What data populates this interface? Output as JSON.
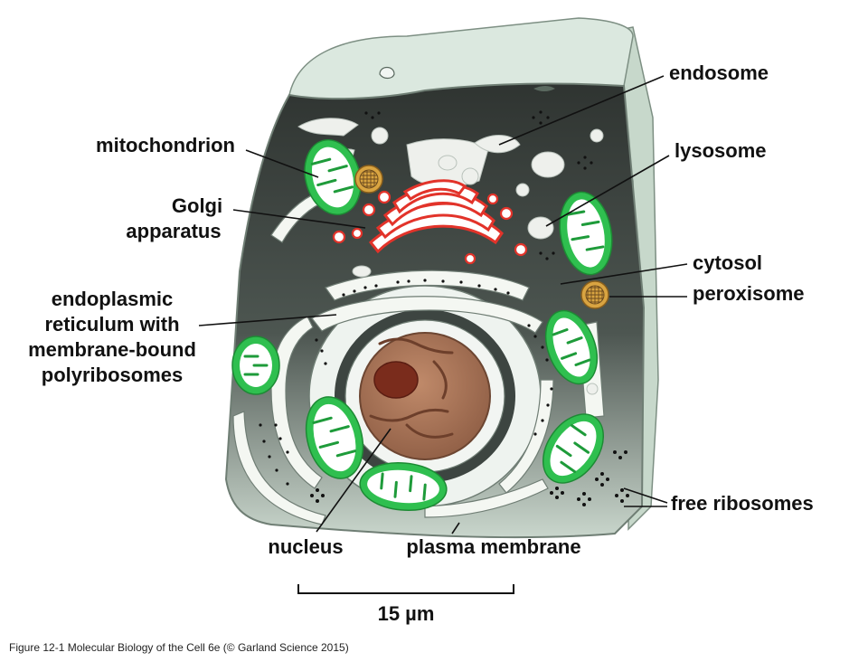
{
  "labels": {
    "endosome": "endosome",
    "mitochondrion": "mitochondrion",
    "lysosome": "lysosome",
    "golgi_line1": "Golgi",
    "golgi_line2": "apparatus",
    "cytosol": "cytosol",
    "peroxisome": "peroxisome",
    "er_line1": "endoplasmic",
    "er_line2": "reticulum with",
    "er_line3": "membrane-bound",
    "er_line4": "polyribosomes",
    "free_ribosomes": "free ribosomes",
    "nucleus": "nucleus",
    "plasma_membrane": "plasma membrane"
  },
  "scale_bar": {
    "label": "15 µm"
  },
  "caption": "Figure 12-1  Molecular Biology of the Cell 6e (© Garland Science 2015)",
  "colors": {
    "cell_outer": "#d9e6dc",
    "cytoplasm": "#3a3f3c",
    "mitochondrion": "#2fbf4f",
    "golgi": "#e2332a",
    "nucleus": "#a8765a",
    "peroxisome": "#d9a441"
  }
}
